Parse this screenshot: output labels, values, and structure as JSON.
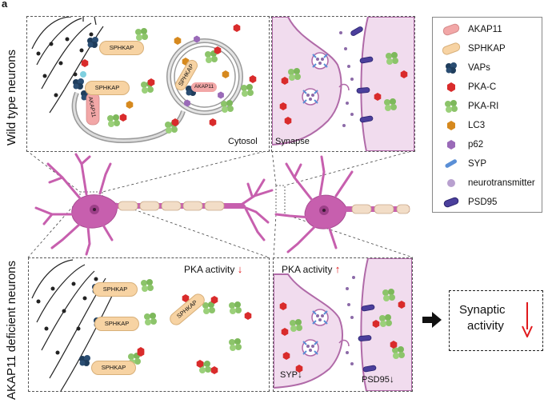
{
  "panel_letter": "a",
  "row_labels": {
    "top": "Wild type neurons",
    "bottom": "AKAP11 deficient neurons"
  },
  "top_left": {
    "cytosol_label": "Cytosol",
    "sphkap_labels": [
      "SPHKAP",
      "SPHKAP",
      "SPHKAP"
    ],
    "akap_label": "AKAP11",
    "akap_small_label": "AKAP11"
  },
  "top_right": {
    "synapse_label": "Synapse"
  },
  "bottom_left": {
    "pka_label": "PKA activity",
    "sphkap_labels": [
      "SPHKAP",
      "SPHKAP",
      "SPHKAP",
      "SPHKAP"
    ]
  },
  "bottom_right": {
    "pka_label": "PKA activity",
    "syp_label": "SYP",
    "psd95_label": "PSD95"
  },
  "legend": {
    "items": [
      {
        "label": "AKAP11",
        "icon": "akap11-icon"
      },
      {
        "label": "SPHKAP",
        "icon": "sphkap-icon"
      },
      {
        "label": "VAPs",
        "icon": "vaps-icon"
      },
      {
        "label": "PKA-C",
        "icon": "pka-c-icon"
      },
      {
        "label": "PKA-RI",
        "icon": "pka-ri-icon"
      },
      {
        "label": "LC3",
        "icon": "lc3-icon"
      },
      {
        "label": "p62",
        "icon": "p62-icon"
      },
      {
        "label": "SYP",
        "icon": "syp-icon"
      },
      {
        "label": "neurotransmitter",
        "icon": "neurotransmitter-icon"
      },
      {
        "label": "PSD95",
        "icon": "psd95-icon"
      }
    ]
  },
  "outcome": {
    "line1": "Synaptic",
    "line2": "activity"
  },
  "colors": {
    "akap11": "#f2a7a7",
    "sphkap": "#f7d3a3",
    "vaps": "#1f3d5c",
    "pka_c": "#d92b2b",
    "pka_ri": "#8cc46a",
    "lc3": "#d6891e",
    "p62": "#9a6ab8",
    "syp": "#5a8fd6",
    "neurotransmitter": "#b8a0cf",
    "psd95": "#4b3f9c",
    "neuron": "#c75fae",
    "synapse_fill": "#f1dcee",
    "arrow_red": "#e0191c"
  }
}
